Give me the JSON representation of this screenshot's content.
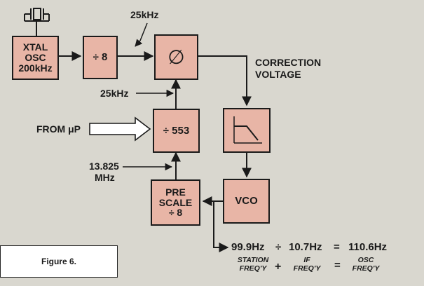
{
  "crystal_symbol_label": "crystal",
  "blocks": {
    "xtal": {
      "lines": [
        "XTAL",
        "OSC",
        "200kHz"
      ]
    },
    "divider8": {
      "label": "÷ 8"
    },
    "phase_detector": {
      "label": "∅"
    },
    "filter": {
      "label": "filter"
    },
    "divider553": {
      "label": "÷ 553"
    },
    "prescale": {
      "lines": [
        "PRE",
        "SCALE",
        "÷ 8"
      ]
    },
    "vco": {
      "label": "VCO"
    }
  },
  "labels": {
    "freq_top": "25kHz",
    "freq_left": "25kHz",
    "correction_line1": "CORRECTION",
    "correction_line2": "VOLTAGE",
    "from_up": "FROM μP",
    "mhz_line1": "13.825",
    "mhz_line2": "MHz"
  },
  "equation": {
    "station": "99.9Hz",
    "op1": "÷",
    "if": "10.7Hz",
    "op2": "=",
    "osc": "110.6Hz"
  },
  "subtext": {
    "station_l1": "STATION",
    "station_l2": "FREQ'Y",
    "plus": "+",
    "if_l1": "IF",
    "if_l2": "FREQ'Y",
    "eq": "=",
    "osc_l1": "OSC",
    "osc_l2": "FREQ'Y"
  },
  "caption": "Figure 6."
}
